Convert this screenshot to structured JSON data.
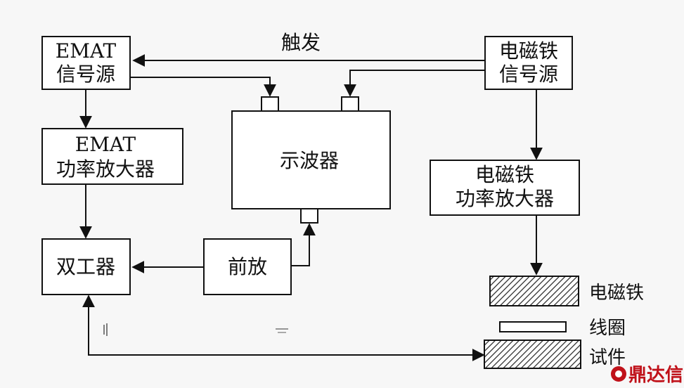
{
  "blocks": {
    "emat_source": [
      "EMAT",
      "信号源"
    ],
    "emat_amp": [
      "EMAT",
      "功率放大器"
    ],
    "duplexer": "双工器",
    "oscilloscope": "示波器",
    "preamp": "前放",
    "magnet_source": [
      "电磁铁",
      "信号源"
    ],
    "magnet_amp": [
      "电磁铁",
      "功率放大器"
    ]
  },
  "labels": {
    "trigger": "触发",
    "electromagnet": "电磁铁",
    "coil": "线圈",
    "specimen": "试件"
  },
  "watermark": "鼎达信",
  "colors": {
    "line": "#111111",
    "watermark": "#c0121a"
  }
}
